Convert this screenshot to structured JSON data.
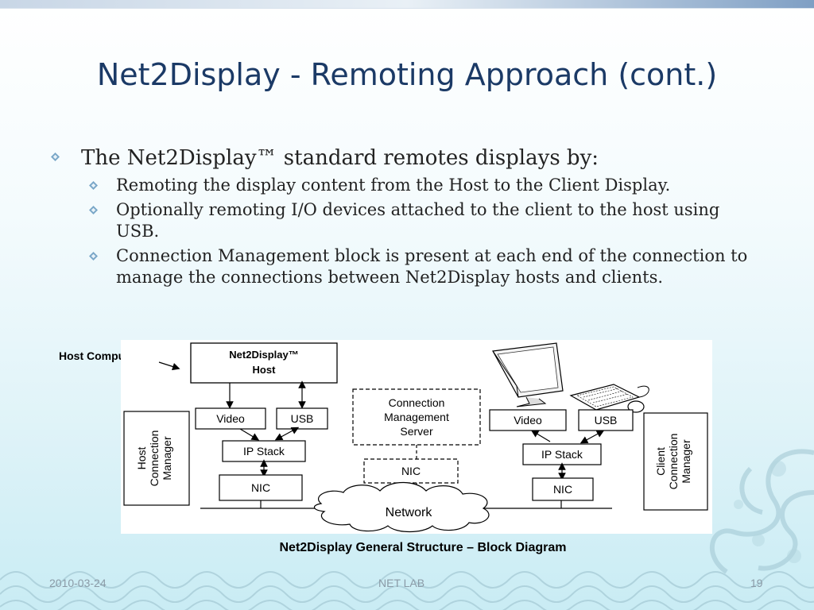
{
  "slide": {
    "title": "Net2Display - Remoting Approach (cont.)",
    "bullet_main": "The Net2Display™ standard remotes displays by:",
    "sub_bullets": [
      "Remoting the display content from the Host to the Client Display.",
      "Optionally remoting I/O devices attached to the client to the host using USB.",
      "Connection Management block is present at each end of the connection to manage the connections between Net2Display hosts and clients."
    ]
  },
  "diagram": {
    "host_computer_label": "Host Computer",
    "host_box_line1": "Net2Display™",
    "host_box_line2": "Host",
    "host_video": "Video",
    "host_usb": "USB",
    "host_ipstack": "IP Stack",
    "host_nic": "NIC",
    "host_cm_line1": "Host",
    "host_cm_line2": "Connection",
    "host_cm_line3": "Manager",
    "cms_line1": "Connection",
    "cms_line2": "Management",
    "cms_line3": "Server",
    "cms_nic": "NIC",
    "network": "Network",
    "client_video": "Video",
    "client_usb": "USB",
    "client_ipstack": "IP Stack",
    "client_nic": "NIC",
    "client_cm_line1": "Client",
    "client_cm_line2": "Connection",
    "client_cm_line3": "Manager",
    "caption": "Net2Display General Structure  –  Block Diagram"
  },
  "footer": {
    "date": "2010-03-24",
    "lab": "NET LAB",
    "page": "19"
  },
  "icons": [
    "diamond-bullet-icon",
    "monitor-icon",
    "keyboard-icon",
    "mouse-icon"
  ],
  "colors": {
    "title": "#1b3a66",
    "background_bottom": "#c9ecf4"
  }
}
